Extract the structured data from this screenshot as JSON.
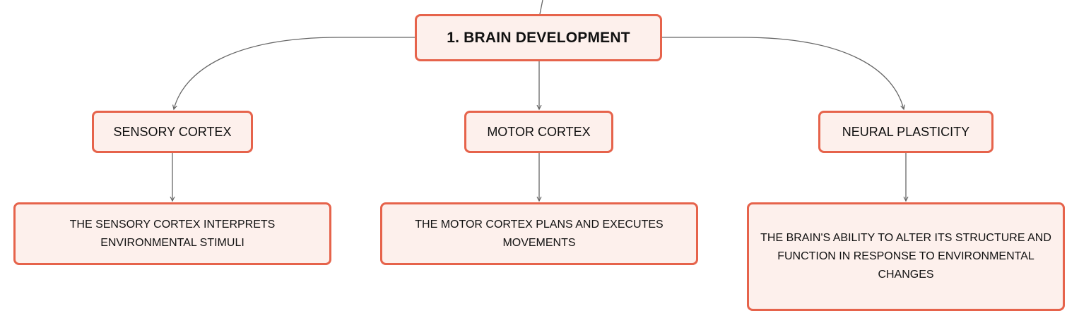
{
  "root": {
    "label": "1. BRAIN DEVELOPMENT"
  },
  "topics": [
    {
      "label": "SENSORY CORTEX",
      "detail": "THE SENSORY CORTEX INTERPRETS ENVIRONMENTAL STIMULI"
    },
    {
      "label": "MOTOR CORTEX",
      "detail": "THE MOTOR CORTEX PLANS AND EXECUTES MOVEMENTS"
    },
    {
      "label": "NEURAL PLASTICITY",
      "detail": "THE BRAIN'S ABILITY TO ALTER ITS STRUCTURE AND FUNCTION IN RESPONSE TO ENVIRONMENTAL CHANGES"
    }
  ],
  "colors": {
    "node_border": "#e6634b",
    "node_fill": "#fdf0ec",
    "connector": "#666666",
    "text": "#111111"
  }
}
